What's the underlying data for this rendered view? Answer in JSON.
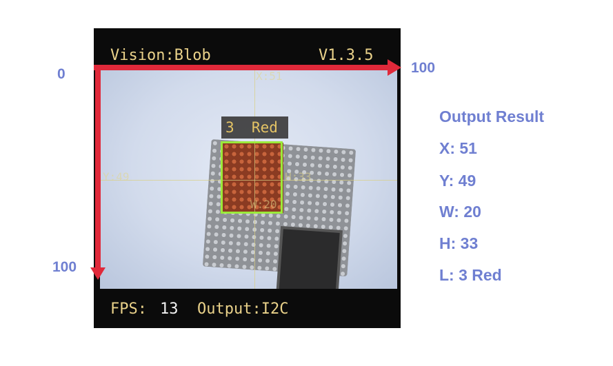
{
  "device": {
    "mode_label": "Vision:Blob",
    "version": "V1.3.5",
    "fps_label": "FPS:",
    "fps_value": "13",
    "output_label": "Output:I2C"
  },
  "camera": {
    "blob_label": "3  Red",
    "faint_x": "X:51",
    "faint_y": "Y:49",
    "faint_h": "H:33",
    "faint_w": "W:20"
  },
  "axes": {
    "origin": "0",
    "x_max": "100",
    "y_max": "100",
    "color": "#e0293a"
  },
  "result": {
    "title": "Output Result",
    "x": "X: 51",
    "y": "Y: 49",
    "w": "W: 20",
    "h": "H: 33",
    "l": "L: 3 Red",
    "color": "#6f7fd1"
  }
}
